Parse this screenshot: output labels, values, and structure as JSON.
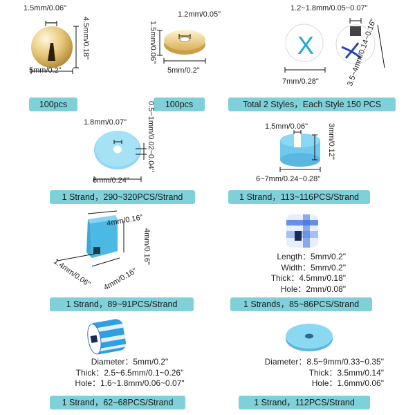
{
  "colors": {
    "label_bg": "#7fd0d8",
    "bead_blue": "#8fd8f2",
    "gold": "#e8c87a",
    "bead_dark_blue": "#3a6fd8",
    "letter_blue": "#1fa8d8"
  },
  "row1": {
    "gold_ball": {
      "hole": "1.5mm/0.06\"",
      "height": "4.5mm/0.18\"",
      "width": "5mm/0.2\"",
      "label": "100pcs"
    },
    "gold_disc": {
      "hole": "1.2mm/0.05\"",
      "height": "1.5mm/0.06\"",
      "width": "5mm/0.2\"",
      "label": "100pcs"
    },
    "letter_beads": {
      "hole": "1.2~1.8mm/0.05~0.07\"",
      "width": "7mm/0.28\"",
      "height": "3.5~4mm/0.14~0.16\"",
      "letter_front": "X",
      "label": "Total 2 Styles，Each Style 150 PCS"
    }
  },
  "row2": {
    "heishi": {
      "hole": "1.8mm/0.07\"",
      "thick": "0.5~1mm/0.02~0.04\"",
      "width": "6mm/0.24\"",
      "label": "1 Strand，290~320PCS/Strand"
    },
    "cyl_disc": {
      "hole": "1.5mm/0.06\"",
      "thick": "3mm/0.12\"",
      "width": "6~7mm/0.24~0.28\"",
      "label": "1 Strand，113~116PCS/Strand"
    }
  },
  "row3": {
    "cube": {
      "top": "4mm/0.16\"",
      "side": "4mm/0.16\"",
      "depth": "4mm/0.16\"",
      "hole": "1.4mm/0.06\"",
      "label": "1 Strand，89~91PCS/Strand"
    },
    "striped_cube": {
      "specs": [
        "Length：5mm/0.2\"",
        "Width：5mm/0.2\"",
        "Thick：4.5mm/0.18\"",
        "Hole：2mm/0.08\""
      ],
      "label": "1 Strands，85~86PCS/Strand"
    }
  },
  "row4": {
    "tube": {
      "specs": [
        "Diameter：5mm/0.2\"",
        "Thick：2.5~6.5mm/0.1~0.26\"",
        "Hole：1.6~1.8mm/0.06~0.07\""
      ],
      "label": "1 Strand，62~68PCS/Strand"
    },
    "flat_round": {
      "specs": [
        "Diameter：8.5~9mm/0.33~0.35\"",
        "Thick：3.5mm/0.14\"",
        "Hole：1.6mm/0.06\""
      ],
      "label": "1 Strand，112PCS/Strand"
    }
  }
}
